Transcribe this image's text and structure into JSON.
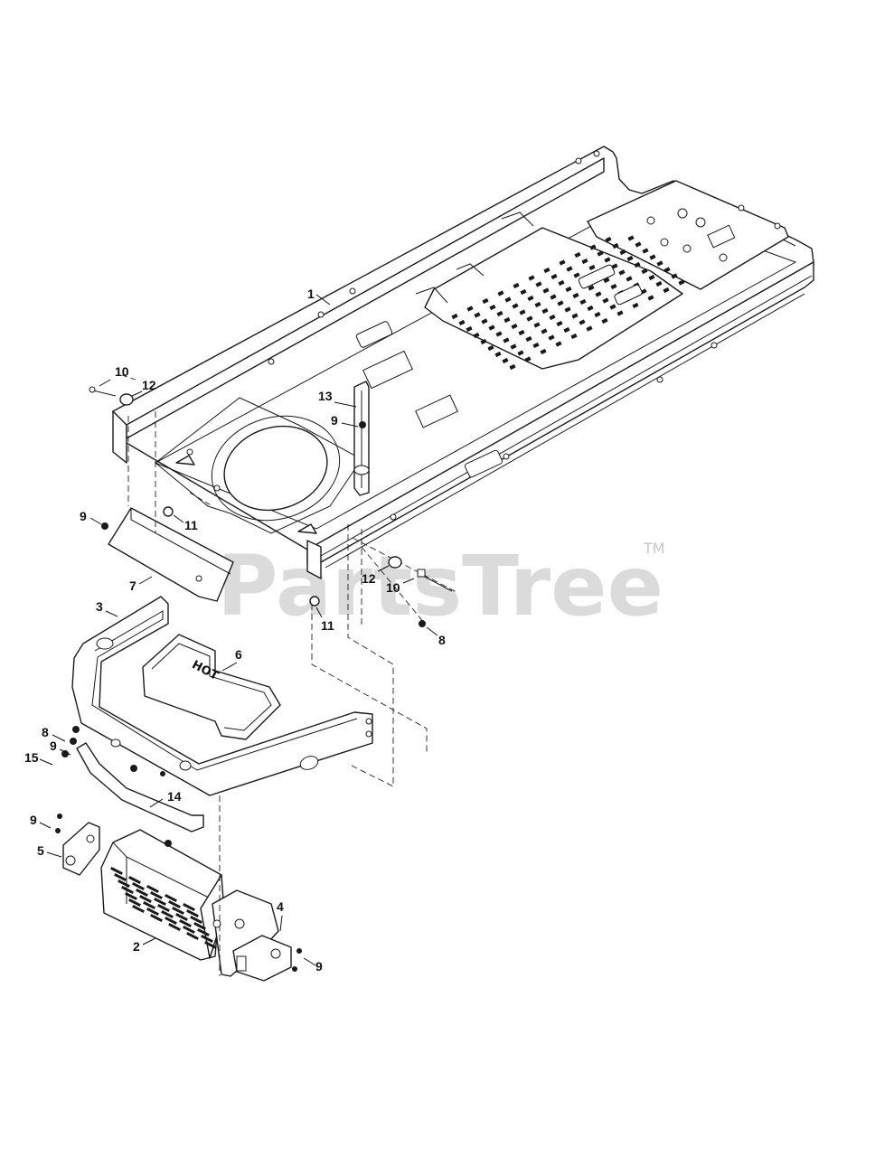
{
  "watermark": {
    "text": "PartsTree",
    "trademark": "TM"
  },
  "decal_text": "HOT",
  "callouts": [
    {
      "id": "c1",
      "text": "1"
    },
    {
      "id": "c10a",
      "text": "10"
    },
    {
      "id": "c12a",
      "text": "12"
    },
    {
      "id": "c13",
      "text": "13"
    },
    {
      "id": "c9a",
      "text": "9"
    },
    {
      "id": "c9b",
      "text": "9"
    },
    {
      "id": "c11a",
      "text": "11"
    },
    {
      "id": "c7",
      "text": "7"
    },
    {
      "id": "c12b",
      "text": "12"
    },
    {
      "id": "c10b",
      "text": "10"
    },
    {
      "id": "c11b",
      "text": "11"
    },
    {
      "id": "c8a",
      "text": "8"
    },
    {
      "id": "c3",
      "text": "3"
    },
    {
      "id": "c6",
      "text": "6"
    },
    {
      "id": "c9c",
      "text": "9"
    },
    {
      "id": "c8b",
      "text": "8"
    },
    {
      "id": "c15",
      "text": "15"
    },
    {
      "id": "c14",
      "text": "14"
    },
    {
      "id": "c9d",
      "text": "9"
    },
    {
      "id": "c5",
      "text": "5"
    },
    {
      "id": "c4",
      "text": "4"
    },
    {
      "id": "c2",
      "text": "2"
    },
    {
      "id": "c9e",
      "text": "9"
    }
  ]
}
